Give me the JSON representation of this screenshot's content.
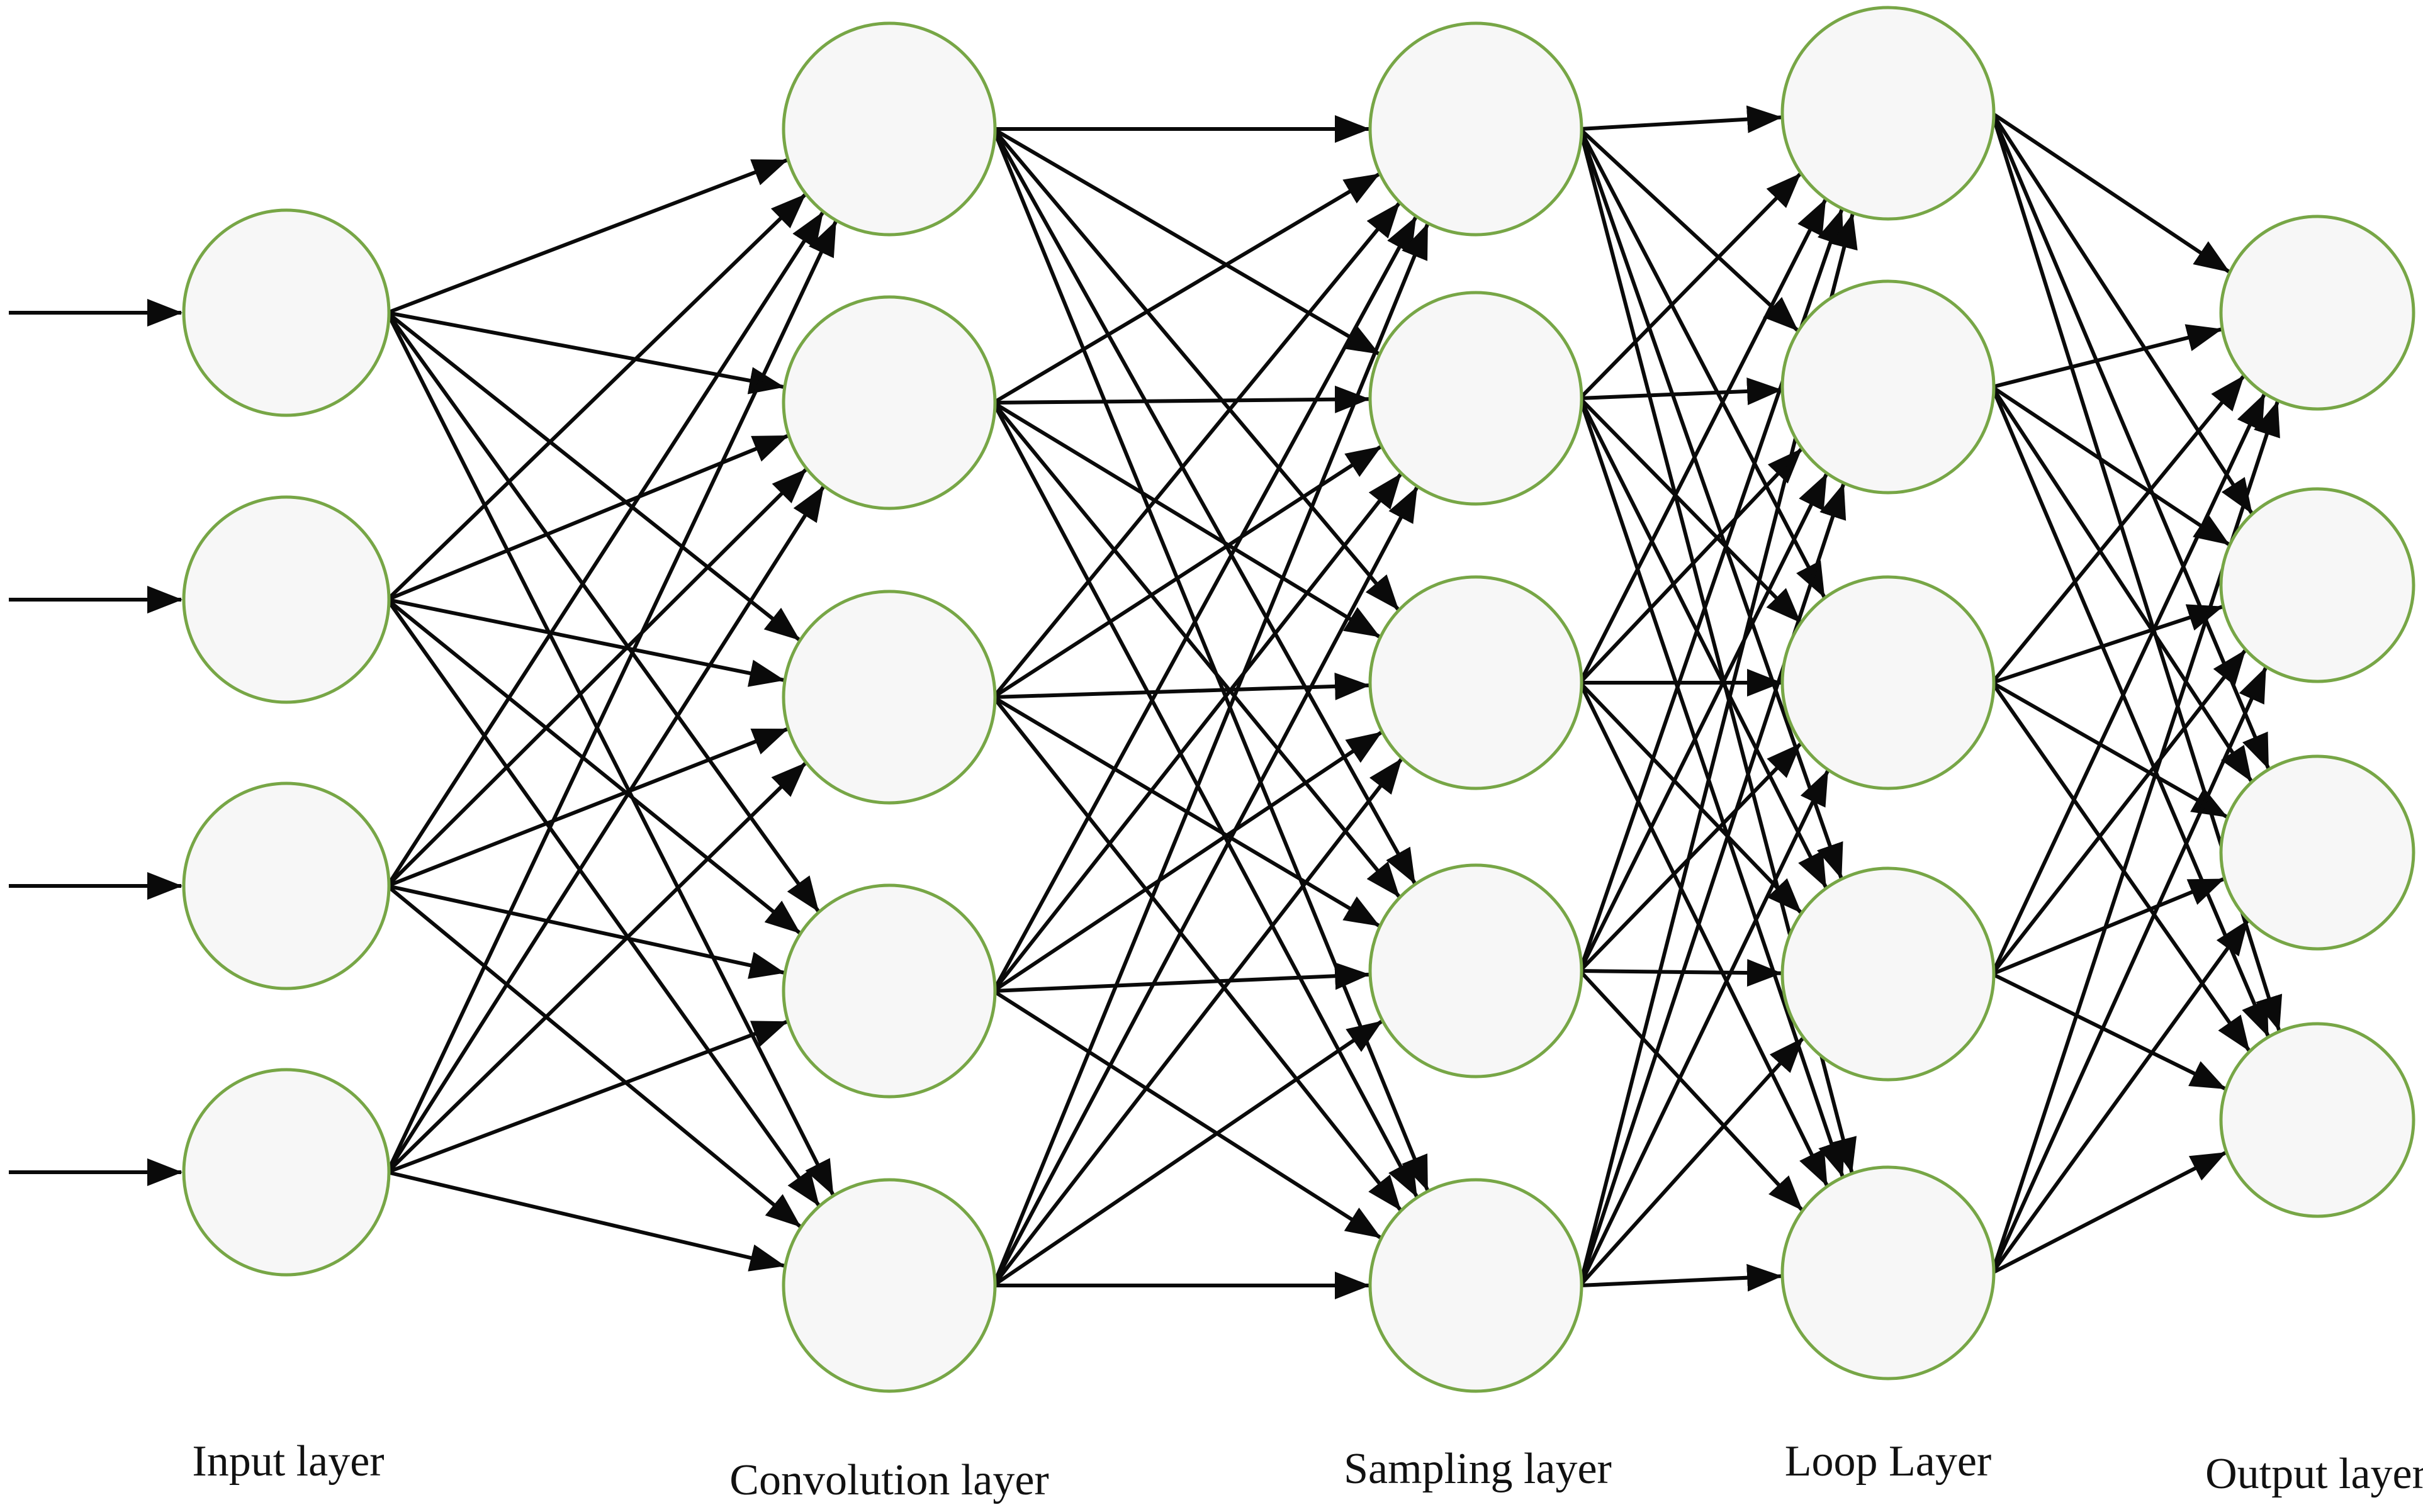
{
  "diagram": {
    "type": "neural-network",
    "layers": [
      {
        "id": "input",
        "label": "Input layer",
        "nodes": 4,
        "has_input_arrows": true
      },
      {
        "id": "convolution",
        "label": "Convolution layer",
        "nodes": 5
      },
      {
        "id": "sampling",
        "label": "Sampling layer",
        "nodes": 5
      },
      {
        "id": "loop",
        "label": "Loop Layer",
        "nodes": 5
      },
      {
        "id": "output",
        "label": "Output layer",
        "nodes": 4
      }
    ],
    "connections": "fully-connected between adjacent layers",
    "colors": {
      "node_stroke": "#77a646",
      "node_fill": "#f7f7f7",
      "edge": "#0a0a0a",
      "background": "#ffffff"
    }
  }
}
